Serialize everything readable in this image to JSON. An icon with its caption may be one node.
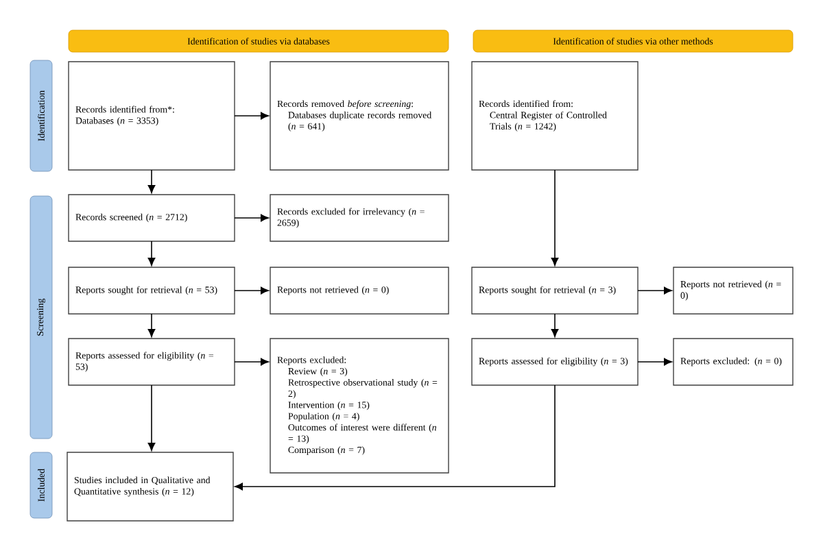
{
  "diagram": {
    "nodes": [
      {
        "text": [
          "Identification of studies via databases"
        ]
      },
      {
        "text": [
          "Identification of studies via other methods"
        ]
      },
      {
        "text": [
          "Identification"
        ]
      },
      {
        "text": [
          "Screening"
        ]
      },
      {
        "text": [
          "Included"
        ]
      },
      {
        "text": [
          "Records identified from*:",
          "Databases (*n* = 3353)"
        ]
      },
      {
        "text": [
          "Records removed *before screening*:",
          "Databases duplicate records removed (*n* = 641)"
        ]
      },
      {
        "text": [
          "Records screened (*n* = 2712)"
        ]
      },
      {
        "text": [
          "Records excluded for irrelevancy (*n* = 2659)"
        ]
      },
      {
        "text": [
          "Reports sought for retrieval (*n* = 53)"
        ]
      },
      {
        "text": [
          "Reports not retrieved (*n* = 0)"
        ]
      },
      {
        "text": [
          "Reports assessed for eligibility (*n* = 53)"
        ]
      },
      {
        "text": [
          "Reports excluded:",
          "Review (*n* = 3)",
          "Retrospective observational study (*n* = 2)",
          "Intervention (*n* = 15)",
          "Population (*n* = 4)",
          "Outcomes of interest were different (*n* = 13)",
          "Comparison (*n* = 7)"
        ]
      },
      {
        "text": [
          "Studies included in Qualitative and Quantitative synthesis (*n* = 12)"
        ]
      },
      {
        "text": [
          "Records identified from:",
          "Central Register of Controlled Trials (*n* = 1242)"
        ]
      },
      {
        "text": [
          "Reports sought for retrieval (*n* = 3)"
        ]
      },
      {
        "text": [
          "Reports not retrieved (*n* = 0)"
        ]
      },
      {
        "text": [
          "Reports assessed for eligibility (*n* = 3)"
        ]
      },
      {
        "text": [
          "Reports excluded: (*n* = 0)"
        ]
      }
    ],
    "edges": [
      {
        "from": 5,
        "to": 6,
        "arrow": "to"
      },
      {
        "from": 5,
        "to": 7,
        "arrow": "to"
      },
      {
        "from": 7,
        "to": 8,
        "arrow": "to"
      },
      {
        "from": 7,
        "to": 9,
        "arrow": "to"
      },
      {
        "from": 9,
        "to": 10,
        "arrow": "to"
      },
      {
        "from": 9,
        "to": 11,
        "arrow": "to"
      },
      {
        "from": 11,
        "to": 12,
        "arrow": "to"
      },
      {
        "from": 11,
        "to": 13,
        "arrow": "to"
      },
      {
        "from": 14,
        "to": 15,
        "arrow": "to"
      },
      {
        "from": 15,
        "to": 16,
        "arrow": "to"
      },
      {
        "from": 15,
        "to": 17,
        "arrow": "to"
      },
      {
        "from": 17,
        "to": 18,
        "arrow": "to"
      },
      {
        "from": 17,
        "to": 13,
        "arrow": "to"
      }
    ]
  }
}
